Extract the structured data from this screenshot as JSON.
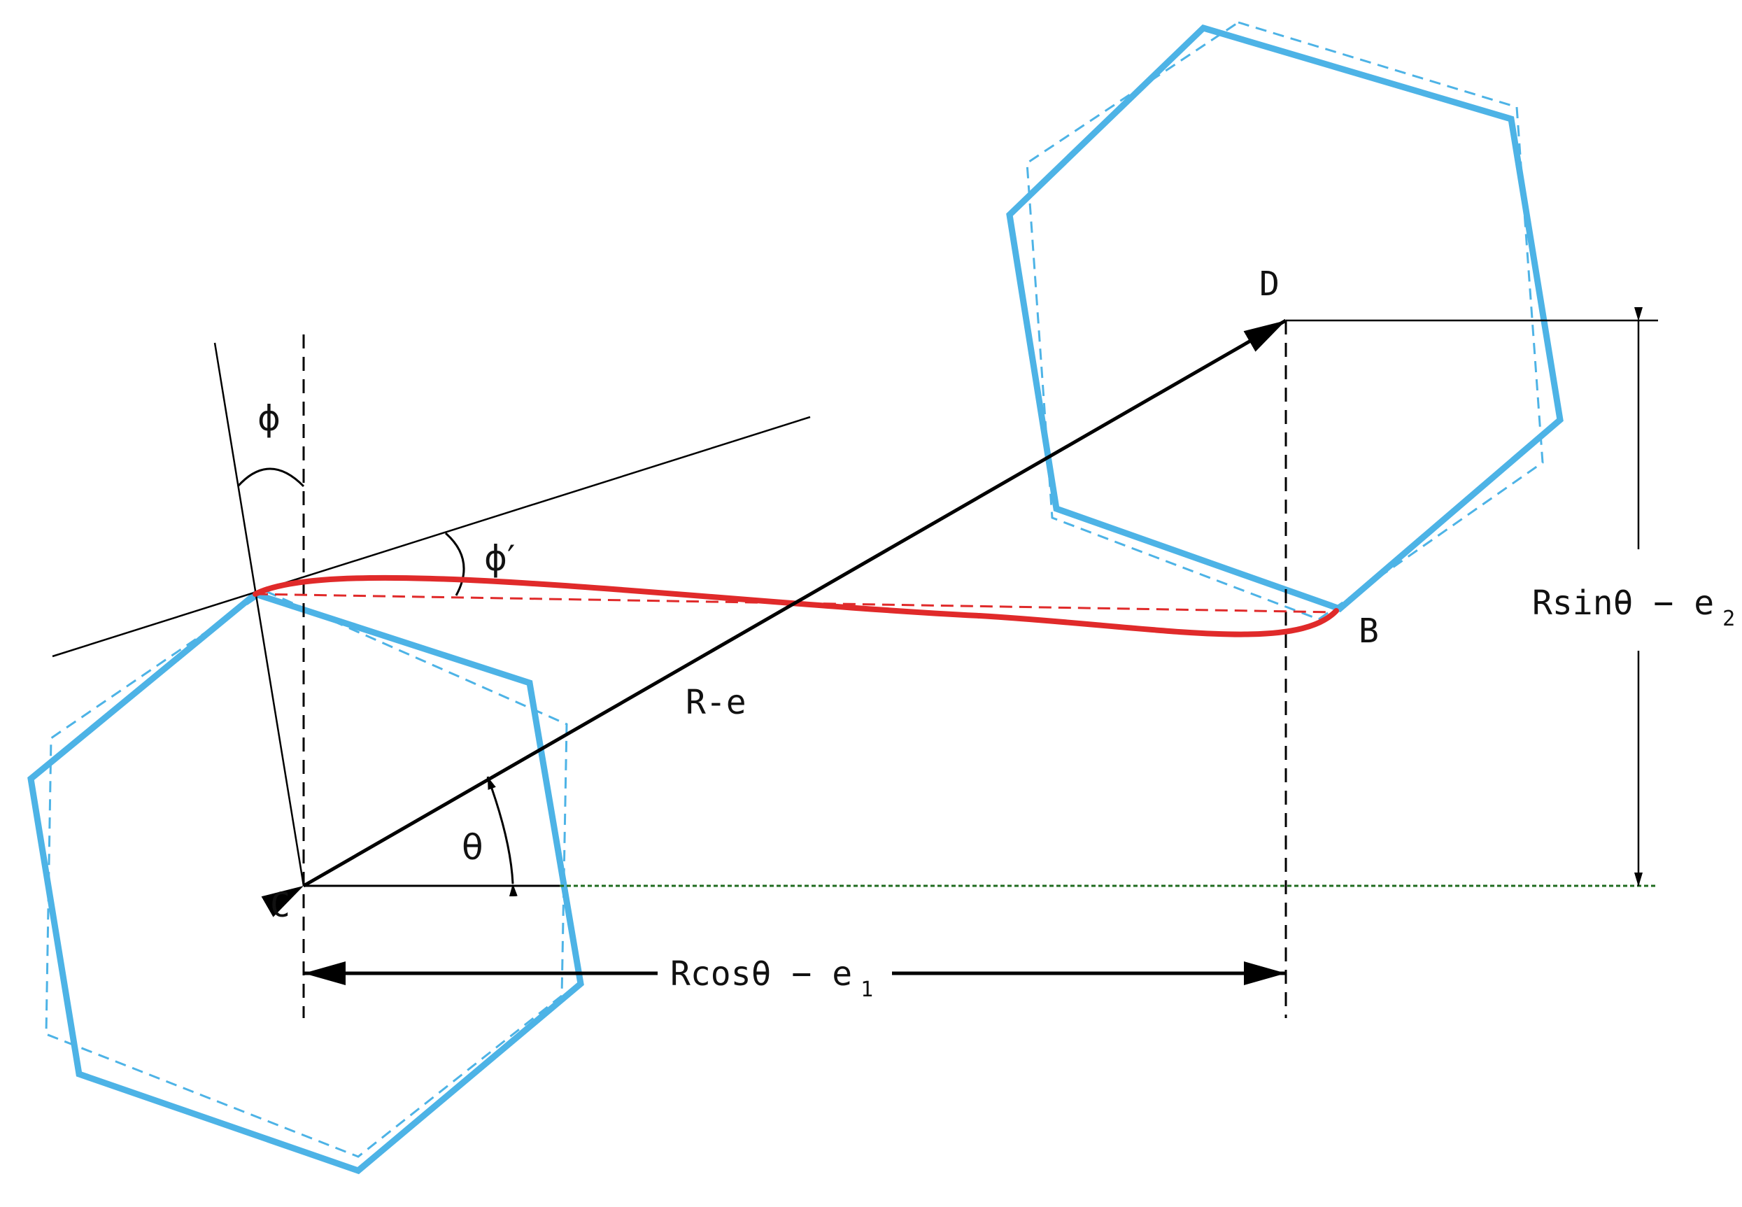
{
  "labels": {
    "D": "D",
    "B": "B",
    "C": "C",
    "phi": "ϕ",
    "phi_prime": "ϕ′",
    "theta": "θ",
    "r_minus_e": "R-e",
    "rsin_main": "Rsinθ − e",
    "rsin_sub": "2",
    "rcos_main": "Rcosθ − e",
    "rcos_sub": "1"
  },
  "colors": {
    "hexagon": "#4db3e6",
    "fiber": "#e02a2a",
    "ink": "#111111",
    "baseline_dash": "#1f6b1f"
  }
}
